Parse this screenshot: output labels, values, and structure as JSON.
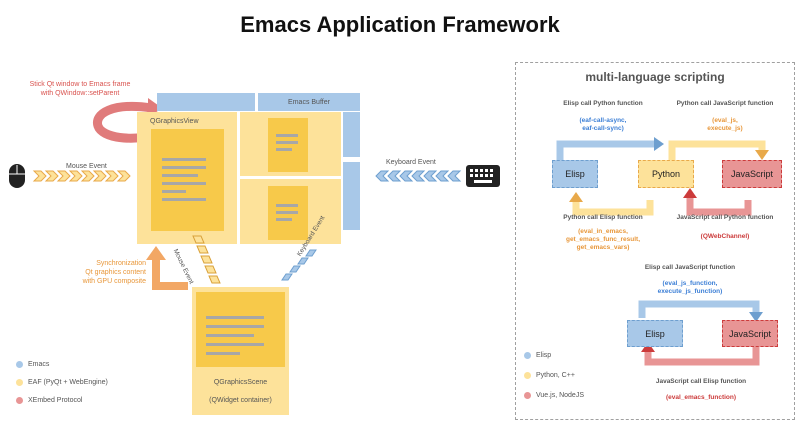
{
  "title": "Emacs Application Framework",
  "left": {
    "stick_label": [
      "Stick Qt window to Emacs frame",
      "with QWindow::setParent"
    ],
    "emacs_buffer": "Emacs Buffer",
    "qgraphicsview": "QGraphicsView",
    "mouse_event": "Mouse Event",
    "keyboard_event": "Keyboard Event",
    "sync_label": [
      "Synchronization",
      "Qt graphics content",
      "with GPU composite"
    ],
    "mouse_event_diag": "Mouse Event",
    "keyboard_event_diag": "Keyboard Event",
    "qgraphicsscene": "QGraphicsScene",
    "qwidget_container": "(QWidget container)",
    "legend": [
      {
        "label": "Emacs",
        "color": "#a8c8e8"
      },
      {
        "label": "EAF (PyQt + WebEngine)",
        "color": "#fde29a"
      },
      {
        "label": "XEmbed Protocol",
        "color": "#e89595"
      }
    ]
  },
  "right": {
    "heading": "multi-language scripting",
    "elisp_call_python": "Elisp call Python function",
    "elisp_call_python_fns": [
      "(eaf-call-async,",
      "eaf-call-sync)"
    ],
    "python_call_js": "Python call JavaScript function",
    "python_call_js_fns": [
      "(eval_js,",
      "execute_js)"
    ],
    "box_elisp": "Elisp",
    "box_python": "Python",
    "box_js": "JavaScript",
    "python_call_elisp": "Python call Elisp function",
    "python_call_elisp_fns": [
      "(eval_in_emacs,",
      "get_emacs_func_result,",
      "get_emacs_vars)"
    ],
    "js_call_python": "JavaScript call Python function",
    "js_call_python_fns": "(QWebChannel)",
    "elisp_call_js": "Elisp call JavaScript function",
    "elisp_call_js_fns": [
      "(eval_js_function,",
      "execute_js_function)"
    ],
    "box_elisp2": "Elisp",
    "box_js2": "JavaScript",
    "js_call_elisp": "JavaScript call Elisp function",
    "js_call_elisp_fns": "(eval_emacs_function)",
    "legend": [
      {
        "label": "Elisp",
        "color": "#a8c8e8"
      },
      {
        "label": "Python, C++",
        "color": "#fde29a"
      },
      {
        "label": "Vue.js, NodeJS",
        "color": "#e89595"
      }
    ]
  },
  "colors": {
    "emacs_blue": "#a8c8e8",
    "eaf_yellow": "#fde29a",
    "doc_yellow": "#f7c94a",
    "xembed_red": "#e89595"
  }
}
